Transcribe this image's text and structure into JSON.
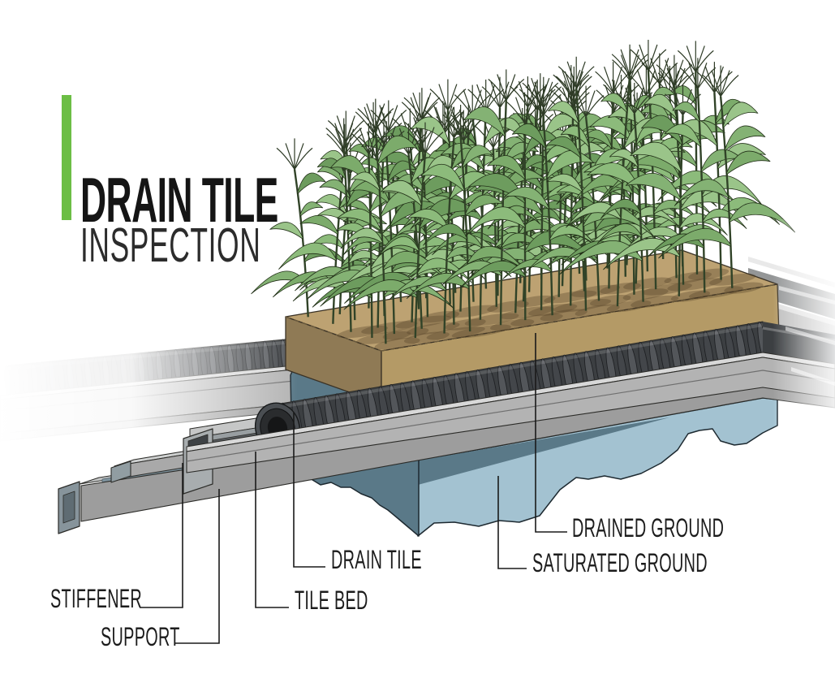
{
  "title": {
    "heading": "DRAIN TILE",
    "subheading": "INSPECTION"
  },
  "labels": {
    "stiffener": "STIFFENER",
    "support": "SUPPORT",
    "tile_bed": "TILE BED",
    "drain_tile": "DRAIN TILE",
    "drained_ground": "DRAINED GROUND",
    "saturated_ground": "SATURATED GROUND"
  },
  "colors": {
    "accent_green": "#6cbe45",
    "text": "#1c1c1c",
    "soil_top": "#bda272",
    "soil_front": "#b49a66",
    "soil_side": "#8f7a55",
    "ground_saturated_light": "#a3c2d1",
    "ground_saturated_dark": "#5a7988",
    "steel_light": "#c9caca",
    "steel_mid": "#b3b3b3",
    "steel_dark": "#9a9a9a",
    "steel_inner_blue": "#8095a0",
    "pipe_body": "#3c3f42",
    "pipe_rib_light": "#53565a",
    "pipe_rib_dark": "#43464a",
    "corn_leaf": "#8cbb7b",
    "corn_leaf_dark": "#6d9c5e",
    "outline": "#2b2b28",
    "leader_line": "#1a1a1a"
  }
}
